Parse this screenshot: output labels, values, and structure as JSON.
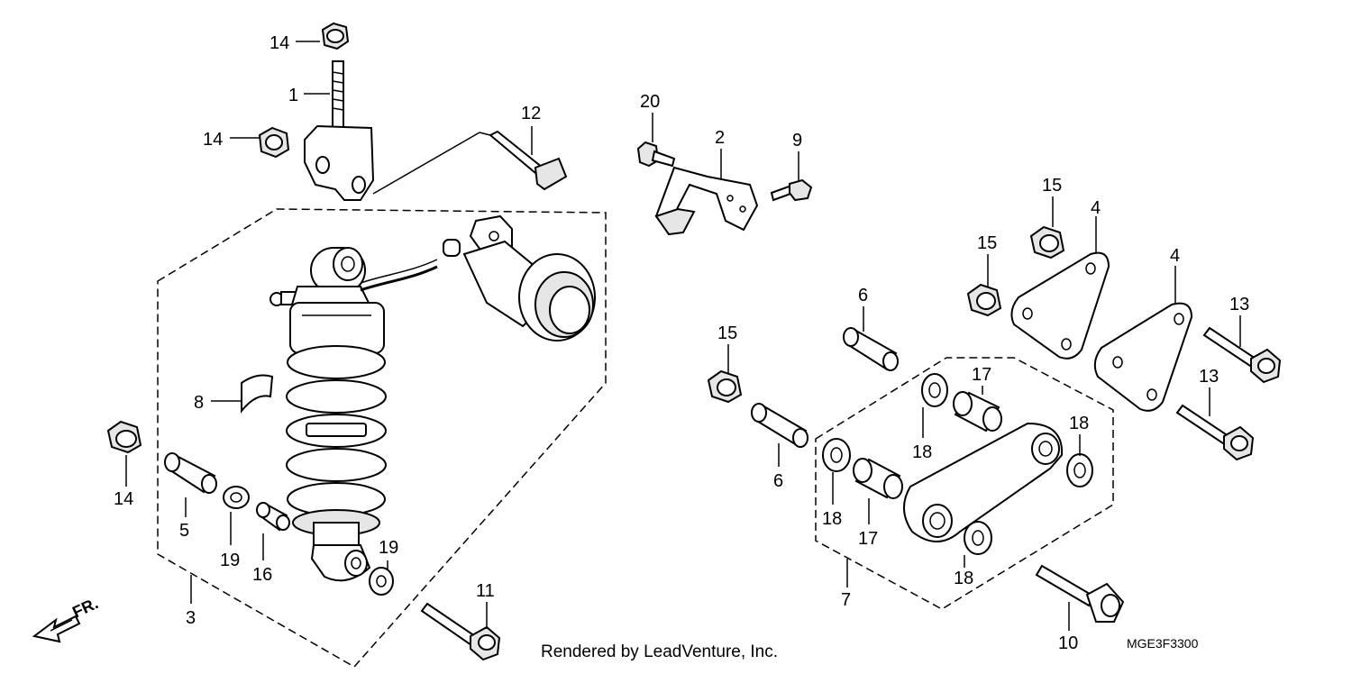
{
  "callouts": {
    "c1": "1",
    "c2": "2",
    "c3": "3",
    "c4a": "4",
    "c4b": "4",
    "c5": "5",
    "c6a": "6",
    "c6b": "6",
    "c7": "7",
    "c8": "8",
    "c9": "9",
    "c10": "10",
    "c11": "11",
    "c12": "12",
    "c13a": "13",
    "c13b": "13",
    "c14a": "14",
    "c14b": "14",
    "c14c": "14",
    "c15a": "15",
    "c15b": "15",
    "c15c": "15",
    "c16": "16",
    "c17a": "17",
    "c17b": "17",
    "c18a": "18",
    "c18b": "18",
    "c18c": "18",
    "c18d": "18",
    "c19a": "19",
    "c19b": "19",
    "c20": "20"
  },
  "front_indicator": "FR.",
  "footer": {
    "credit": "Rendered by LeadVenture, Inc.",
    "diagram_code": "MGE3F3300"
  }
}
